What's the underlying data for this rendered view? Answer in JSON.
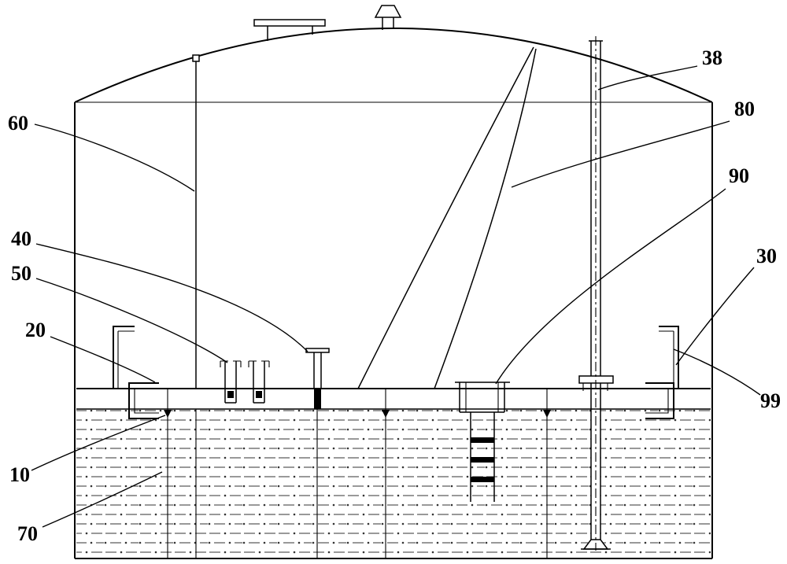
{
  "figure": {
    "type": "patent-style technical drawing of a storage tank with internal floating deck",
    "colors": {
      "ink": "#000000",
      "background": "#ffffff"
    }
  },
  "labels": [
    {
      "id": "38",
      "text": "38"
    },
    {
      "id": "80",
      "text": "80"
    },
    {
      "id": "90",
      "text": "90"
    },
    {
      "id": "30",
      "text": "30"
    },
    {
      "id": "99",
      "text": "99"
    },
    {
      "id": "60",
      "text": "60"
    },
    {
      "id": "40",
      "text": "40"
    },
    {
      "id": "50",
      "text": "50"
    },
    {
      "id": "20",
      "text": "20"
    },
    {
      "id": "10",
      "text": "10"
    },
    {
      "id": "70",
      "text": "70"
    }
  ]
}
